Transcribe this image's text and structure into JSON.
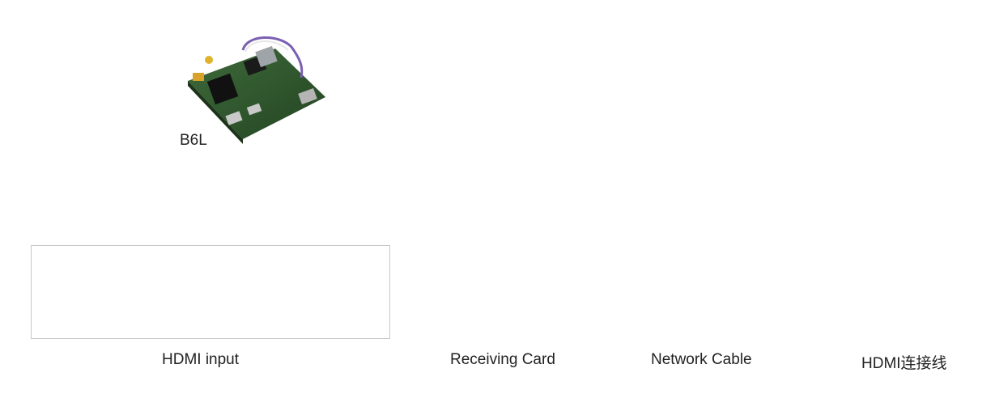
{
  "board": {
    "label": "B6L"
  },
  "input": {
    "label": "HDMI input"
  },
  "legend": {
    "receiving_card": "Receiving Card",
    "network_cable": "Network Cable",
    "hdmi_cable": "HDMI连接线"
  },
  "colors": {
    "network_line": "#d9181e",
    "hdmi_line": "#11a64a",
    "card_red": "#d92a2a",
    "screen_frame": "#6e6e6e",
    "screen_blue": "#1d78c8"
  },
  "icons": {
    "controller": "controller-board-icon",
    "laptop": "laptop-icon",
    "camera": "camcorder-icon",
    "set_top_box": "set-top-box-icon",
    "receiving_card": "receiving-card-icon"
  }
}
